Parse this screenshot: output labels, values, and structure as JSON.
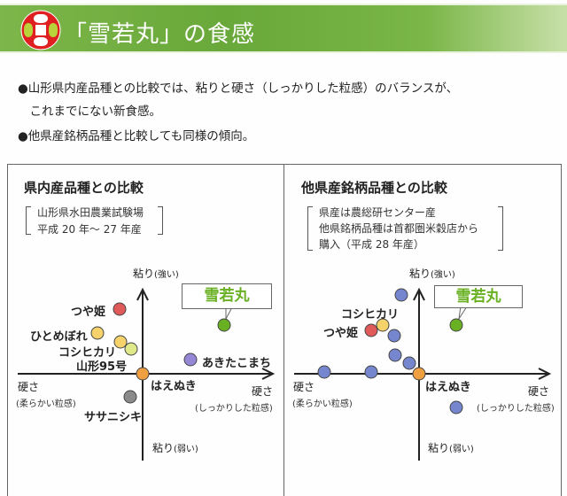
{
  "header": {
    "title": "「雪若丸」の食感"
  },
  "bullets": [
    "●山形県内産品種との比較では、粘りと硬さ（しっかりした粒感）のバランスが、",
    "　これまでにない新食感。",
    "●他県産銘柄品種と比較しても同様の傾向。"
  ],
  "colors": {
    "banner": "#6fac3e",
    "yukiwakamaru": "#6ab023",
    "tsuyahime": "#e05a5a",
    "yellow": "#f5d36a",
    "yamagata95": "#dfe98a",
    "akitakomachi": "#9586d6",
    "haenuki": "#f0a040",
    "sasanishiki": "#8a8a8a",
    "other": "#7586cf"
  },
  "axes": {
    "y_top": "粘り",
    "y_top_sub": "(強い)",
    "y_bottom": "粘り",
    "y_bottom_sub": "(弱い)",
    "x_left": "硬さ",
    "x_left_sub": "(柔らかい粒感)",
    "x_right": "硬さ",
    "x_right_sub": "(しっかりした粒感)"
  },
  "chart_data": [
    {
      "type": "scatter",
      "title": "県内産品種との比較",
      "notes": [
        "山形県水田農業試験場",
        "平成 20 年～ 27 年産"
      ],
      "xlabel": "硬さ",
      "ylabel": "粘り",
      "callout": "雪若丸",
      "points": [
        {
          "name": "雪若丸",
          "x": 9.2,
          "y": 5.5,
          "color": "#6ab023",
          "label": ""
        },
        {
          "name": "つや姫",
          "x": -2.6,
          "y": 7.3,
          "color": "#e05a5a",
          "label": "つや姫"
        },
        {
          "name": "ひとめぼれ",
          "x": -5.1,
          "y": 4.6,
          "color": "#f5d36a",
          "label": "ひとめぼれ"
        },
        {
          "name": "コシヒカリ",
          "x": -2.5,
          "y": 3.6,
          "color": "#f5d36a",
          "label": "コシヒカリ"
        },
        {
          "name": "山形95号",
          "x": -1.3,
          "y": 2.8,
          "color": "#dfe98a",
          "label": "山形95号"
        },
        {
          "name": "あきたこまち",
          "x": 5.4,
          "y": 1.6,
          "color": "#9586d6",
          "label": "あきたこまち"
        },
        {
          "name": "ササニシキ",
          "x": -1.4,
          "y": -2.6,
          "color": "#8a8a8a",
          "label": "ササニシキ"
        },
        {
          "name": "はえぬき",
          "x": 0,
          "y": 0,
          "color": "#f0a040",
          "label": "はえぬき"
        }
      ]
    },
    {
      "type": "scatter",
      "title": "他県産銘柄品種との比較",
      "notes": [
        "県産は農総研センター産",
        "他県銘柄品種は首都圏米穀店から",
        "購入（平成 28 年産）"
      ],
      "xlabel": "硬さ",
      "ylabel": "粘り",
      "callout": "雪若丸",
      "points": [
        {
          "name": "雪若丸",
          "x": 4.2,
          "y": 5.5,
          "color": "#6ab023",
          "label": ""
        },
        {
          "name": "",
          "x": -2.0,
          "y": 8.9,
          "color": "#7586cf",
          "label": ""
        },
        {
          "name": "コシヒカリ",
          "x": -4.1,
          "y": 5.5,
          "color": "#f5d36a",
          "label": "コシヒカリ"
        },
        {
          "name": "つや姫",
          "x": -5.4,
          "y": 4.9,
          "color": "#e05a5a",
          "label": "つや姫"
        },
        {
          "name": "",
          "x": -2.8,
          "y": 4.3,
          "color": "#7586cf",
          "label": ""
        },
        {
          "name": "",
          "x": -2.7,
          "y": 2.1,
          "color": "#7586cf",
          "label": ""
        },
        {
          "name": "",
          "x": -1.1,
          "y": 1.2,
          "color": "#7586cf",
          "label": ""
        },
        {
          "name": "",
          "x": -10.7,
          "y": 0.2,
          "color": "#7586cf",
          "label": ""
        },
        {
          "name": "",
          "x": -5.4,
          "y": 0.2,
          "color": "#7586cf",
          "label": ""
        },
        {
          "name": "",
          "x": 4.2,
          "y": -3.8,
          "color": "#7586cf",
          "label": ""
        },
        {
          "name": "はえぬき",
          "x": 0,
          "y": 0,
          "color": "#f0a040",
          "label": "はえぬき"
        }
      ]
    }
  ]
}
